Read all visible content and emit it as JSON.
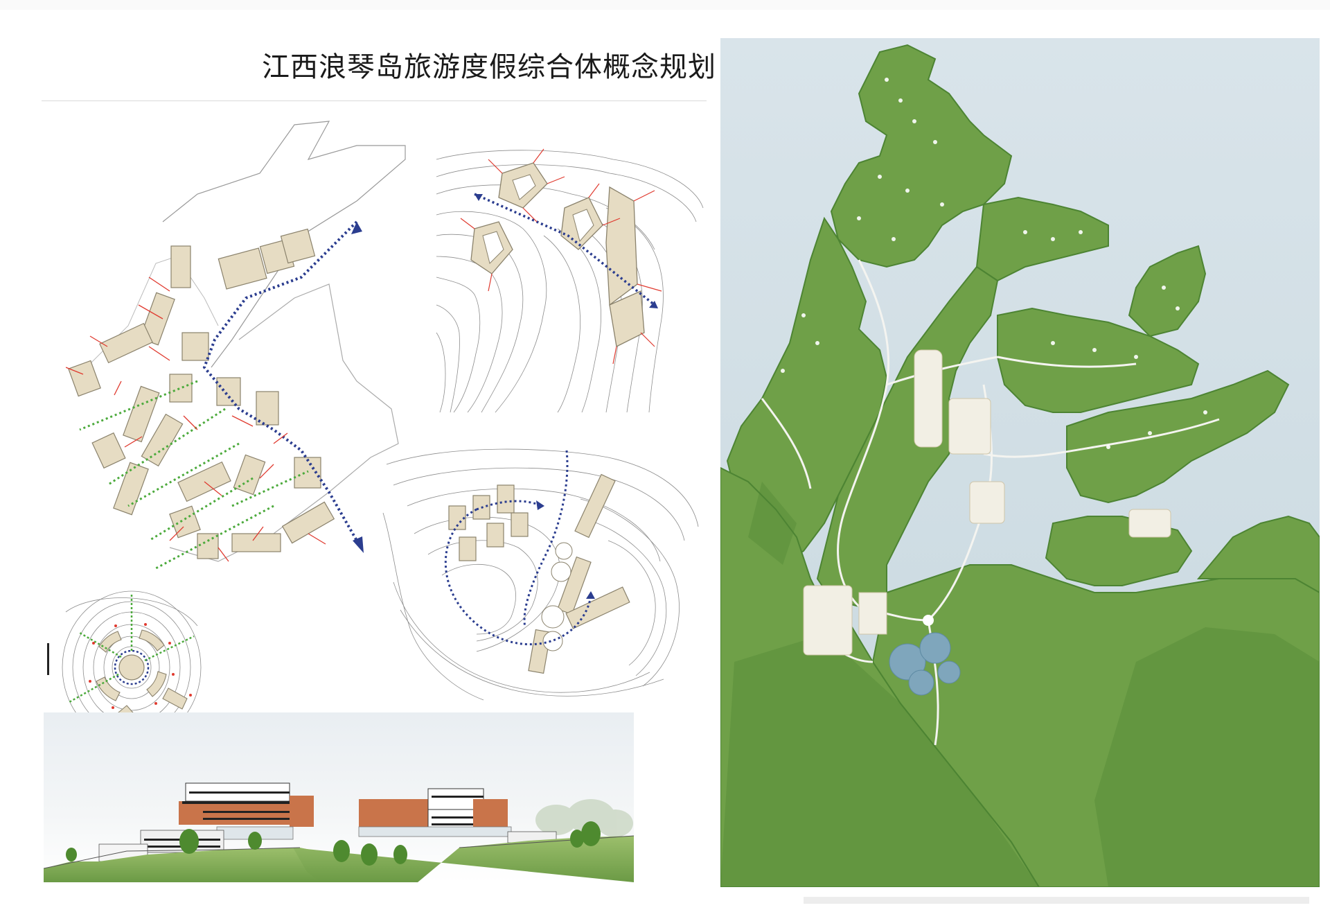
{
  "page": {
    "title": "江西浪琴岛旅游度假综合体概念规划"
  },
  "panels": {
    "diagram_a": {
      "kind": "massing-diagram"
    },
    "diagram_b": {
      "kind": "massing-diagram-topography"
    },
    "diagram_c": {
      "kind": "massing-diagram-topography"
    },
    "diagram_d": {
      "kind": "radial-massing-diagram"
    },
    "section": {
      "kind": "elevation-section"
    },
    "masterplan": {
      "kind": "island-master-plan"
    }
  },
  "colors": {
    "building_fill": "#e6dcc3",
    "building_stroke": "#8a826c",
    "contour": "#8c8c8c",
    "circulation_arrow": "#2b3d8f",
    "view_arrow_green": "#4caa3c",
    "view_arrow_red": "#e03a2f",
    "water": "#d7e3ea",
    "island_green": "#6fa048",
    "island_dark": "#4d8433",
    "facade_orange": "#c9744a"
  }
}
